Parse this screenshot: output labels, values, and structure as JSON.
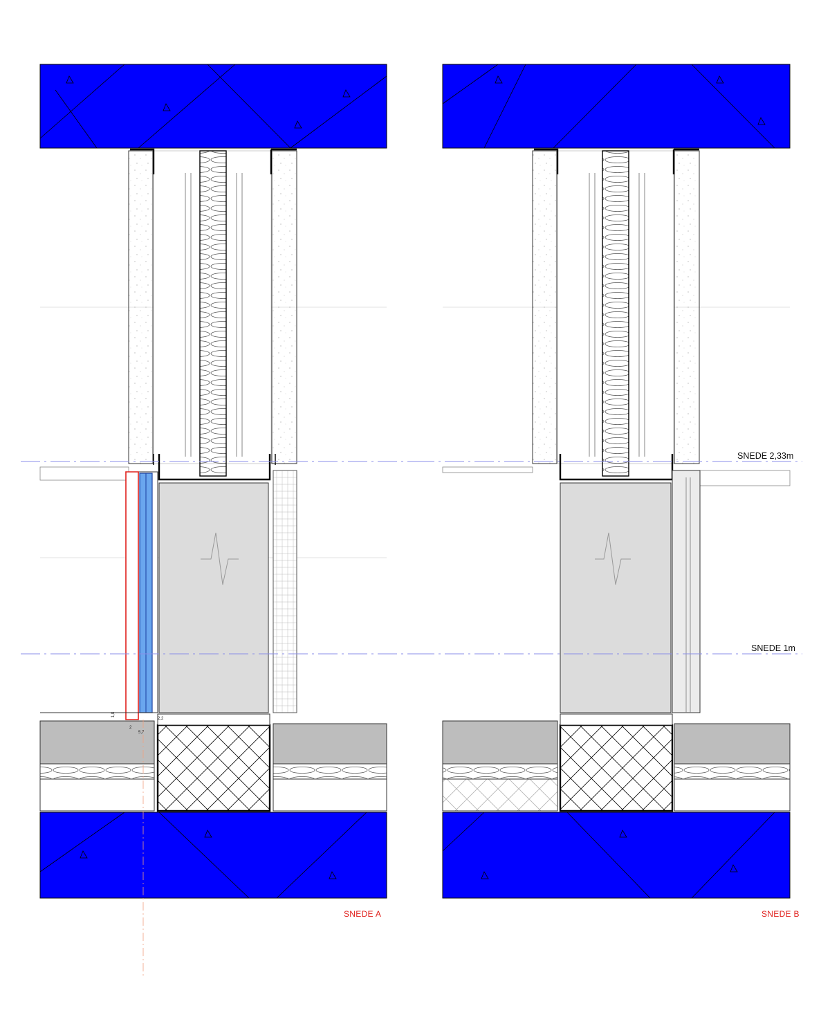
{
  "labels": {
    "section_a": "SNEDE A",
    "section_b": "SNEDE B",
    "cut_upper": "SNEDE 2,33m",
    "cut_lower": "SNEDE 1m"
  },
  "dimensions": {
    "d1": "1,8",
    "d2": "2",
    "d3": "5,7",
    "d4": "2,2"
  },
  "colors": {
    "concrete": "#0000ff",
    "glass": "#6aa6ee",
    "frame_red": "#e0201c",
    "fill_grey": "#dcdcdc",
    "screed_grey": "#bdbdbd",
    "section_line": "#8a8ee8",
    "label_red": "#e0201c"
  }
}
